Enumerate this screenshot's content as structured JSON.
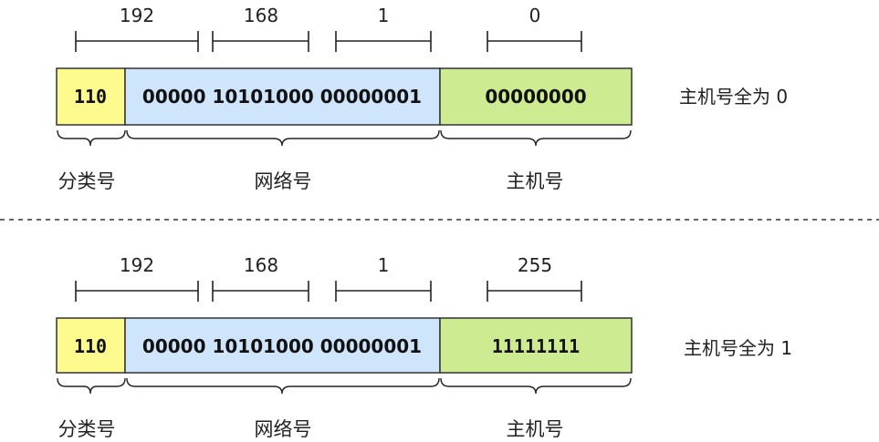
{
  "colors": {
    "class_bits_fill": "#fdfa8e",
    "network_fill": "#cfe5fb",
    "host_fill": "#cdeb91",
    "divider": "#333333"
  },
  "diagrams": [
    {
      "octets": [
        "192",
        "168",
        "1",
        "0"
      ],
      "class_bits": "110",
      "network_bits": "00000 10101000 00000001",
      "host_bits": "00000000",
      "labels": {
        "class": "分类号",
        "network": "网络号",
        "host": "主机号"
      },
      "note": "主机号全为 0"
    },
    {
      "octets": [
        "192",
        "168",
        "1",
        "255"
      ],
      "class_bits": "110",
      "network_bits": "00000 10101000 00000001",
      "host_bits": "11111111",
      "labels": {
        "class": "分类号",
        "network": "网络号",
        "host": "主机号"
      },
      "note": "主机号全为 1"
    }
  ]
}
